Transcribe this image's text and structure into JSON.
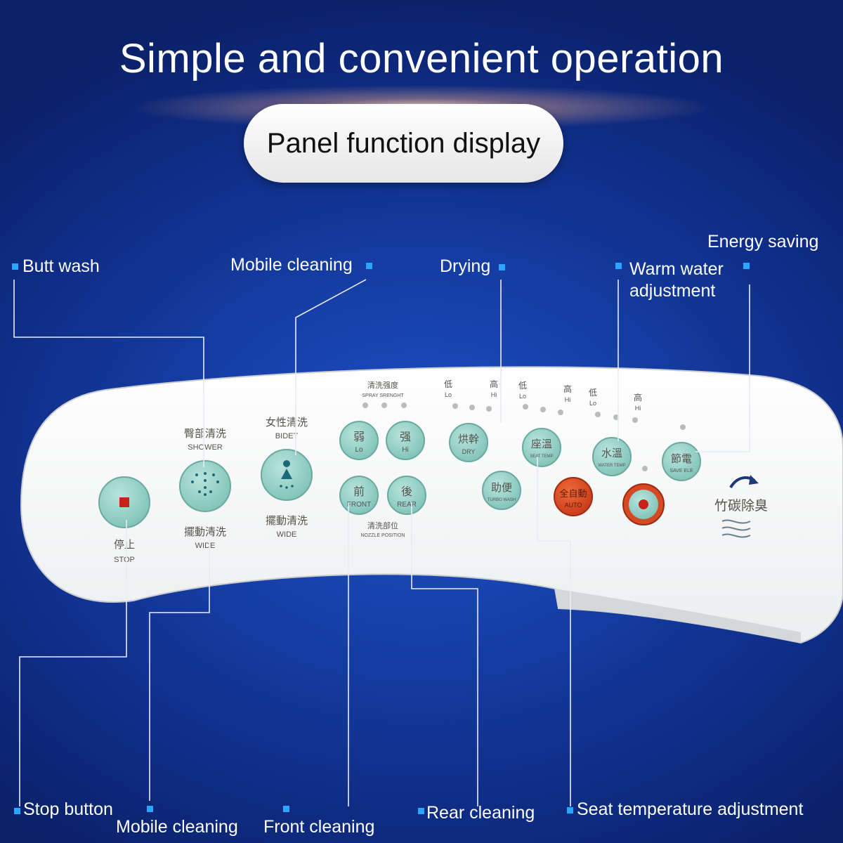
{
  "header": {
    "title": "Simple and convenient operation",
    "subtitle": "Panel function display"
  },
  "callouts": {
    "butt_wash": "Butt wash",
    "mobile_cleaning_top": "Mobile cleaning",
    "drying": "Drying",
    "warm_water_1": "Warm water",
    "warm_water_2": "adjustment",
    "energy_saving": "Energy saving",
    "stop_button": "Stop button",
    "mobile_cleaning_bottom": "Mobile cleaning",
    "front_cleaning": "Front cleaning",
    "rear_cleaning": "Rear cleaning",
    "seat_temp": "Seat temperature adjustment"
  },
  "panel": {
    "stop": {
      "zh": "停止",
      "en": "STOP"
    },
    "shower": {
      "zh": "臀部清洗",
      "en": "SHOWER"
    },
    "wide1": {
      "zh": "擺動清洗",
      "en": "WIDE"
    },
    "bidet": {
      "zh": "女性清洗",
      "en": "BIDET"
    },
    "wide2": {
      "zh": "擺動清洗",
      "en": "WIDE"
    },
    "spray": {
      "zh": "清洗强度",
      "en": "SPRAY SRENGHT"
    },
    "lo": {
      "zh": "弱",
      "en": "Lo"
    },
    "hi": {
      "zh": "强",
      "en": "Hi"
    },
    "front": {
      "zh": "前",
      "en": "FRONT"
    },
    "rear": {
      "zh": "後",
      "en": "REAR"
    },
    "nozzle": {
      "zh": "清洗部位",
      "en": "NOZZLE POSITION"
    },
    "dry": {
      "zh": "烘幹",
      "en": "DRY"
    },
    "turbo": {
      "zh": "助便",
      "en": "TURBO WASH"
    },
    "seat": {
      "zh": "座溫",
      "en": "SEAT TEMP"
    },
    "auto": {
      "zh": "全自動",
      "en": "AUTO"
    },
    "water": {
      "zh": "水溫",
      "en": "WATER TEMP"
    },
    "save": {
      "zh": "節電",
      "en": "SAVE ELE"
    },
    "deodor": "竹碳除臭",
    "low_zh": "低",
    "high_zh": "高",
    "low_en": "Lo",
    "high_en": "Hi"
  }
}
